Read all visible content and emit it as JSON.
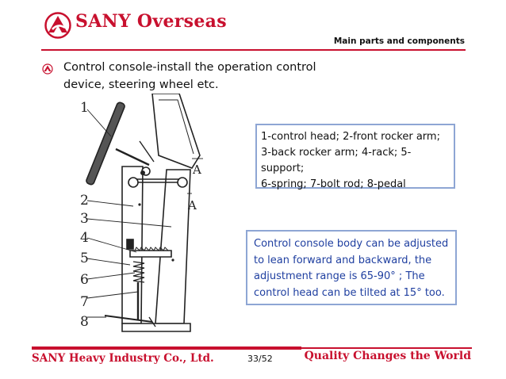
{
  "header": {
    "brand": "SANY Overseas",
    "section": "Main parts and components"
  },
  "body": {
    "bullet": "Control console-install the operation control device, steering wheel etc."
  },
  "diagram": {
    "callouts": [
      "1",
      "2",
      "3",
      "4",
      "5",
      "6",
      "7",
      "8"
    ],
    "section_marks": [
      "A",
      "A"
    ]
  },
  "legend_box": {
    "lines": [
      "1-control head; 2-front rocker arm;",
      "3-back rocker arm; 4-rack; 5-support;",
      "6-spring; 7-bolt rod; 8-pedal"
    ]
  },
  "note_box": {
    "lines": [
      "Control console body can be adjusted",
      "to lean forward and backward, the",
      "adjustment range is 65-90° ; The",
      "control head can be tilted at 15° too."
    ]
  },
  "footer": {
    "company": "SANY  Heavy  Industry  Co.,  Ltd.",
    "page": "33/52",
    "slogan": "Quality  Changes  the  World"
  },
  "colors": {
    "brand_red": "#c8102e",
    "box_border": "#8ea6d4",
    "note_text": "#1f3fa0"
  }
}
